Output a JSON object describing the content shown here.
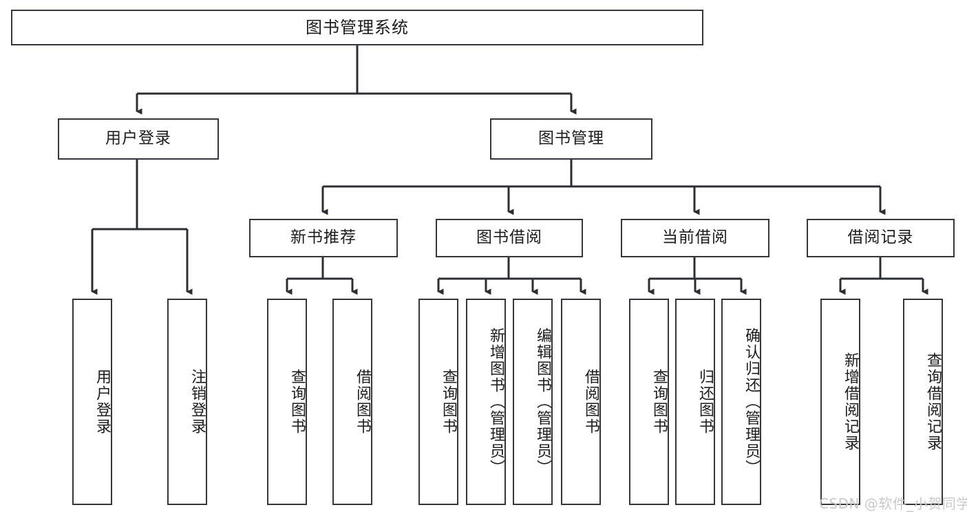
{
  "diagram": {
    "title": "图书管理系统",
    "type": "tree",
    "orientation": "top-down",
    "colors": {
      "box_border": "#33373b",
      "box_fill": "#ffffff",
      "connector": "#2b2f33",
      "text": "#1c1c1c",
      "watermark": "#c8c8c8",
      "background": "#ffffff"
    },
    "root": {
      "id": "root",
      "label": "图书管理系统",
      "orientation": "horizontal"
    },
    "level2": [
      {
        "id": "user-login",
        "label": "用户登录",
        "orientation": "horizontal"
      },
      {
        "id": "book-manage",
        "label": "图书管理",
        "orientation": "horizontal"
      }
    ],
    "level3": [
      {
        "id": "new-book-recommend",
        "label": "新书推荐",
        "orientation": "horizontal",
        "parent": "book-manage"
      },
      {
        "id": "book-borrow",
        "label": "图书借阅",
        "orientation": "horizontal",
        "parent": "book-manage"
      },
      {
        "id": "current-borrow",
        "label": "当前借阅",
        "orientation": "horizontal",
        "parent": "book-manage"
      },
      {
        "id": "borrow-record",
        "label": "借阅记录",
        "orientation": "horizontal",
        "parent": "book-manage"
      }
    ],
    "leaves": [
      {
        "id": "leaf-user-login",
        "label": "用户登录",
        "orientation": "vertical",
        "parent": "user-login"
      },
      {
        "id": "leaf-user-logout",
        "label": "注销登录",
        "orientation": "vertical",
        "parent": "user-login"
      },
      {
        "id": "leaf-query-book-1",
        "label": "查询图书",
        "orientation": "vertical",
        "parent": "new-book-recommend"
      },
      {
        "id": "leaf-borrow-book-1",
        "label": "借阅图书",
        "orientation": "vertical",
        "parent": "new-book-recommend"
      },
      {
        "id": "leaf-query-book-2",
        "label": "查询图书",
        "orientation": "vertical",
        "parent": "book-borrow"
      },
      {
        "id": "leaf-add-book",
        "label": "新增图书（管理员）",
        "orientation": "vertical",
        "parent": "book-borrow"
      },
      {
        "id": "leaf-edit-book",
        "label": "编辑图书（管理员）",
        "orientation": "vertical",
        "parent": "book-borrow"
      },
      {
        "id": "leaf-borrow-book-2",
        "label": "借阅图书",
        "orientation": "vertical",
        "parent": "book-borrow"
      },
      {
        "id": "leaf-query-book-3",
        "label": "查询图书",
        "orientation": "vertical",
        "parent": "current-borrow"
      },
      {
        "id": "leaf-return-book",
        "label": "归还图书",
        "orientation": "vertical",
        "parent": "current-borrow"
      },
      {
        "id": "leaf-confirm-return",
        "label": "确认归还（管理员）",
        "orientation": "vertical",
        "parent": "current-borrow"
      },
      {
        "id": "leaf-add-record",
        "label": "新增借阅记录",
        "orientation": "vertical",
        "parent": "borrow-record"
      },
      {
        "id": "leaf-query-record",
        "label": "查询借阅记录",
        "orientation": "vertical",
        "parent": "borrow-record"
      }
    ]
  },
  "watermark": {
    "text": "CSDN @软件_小贺同学"
  }
}
